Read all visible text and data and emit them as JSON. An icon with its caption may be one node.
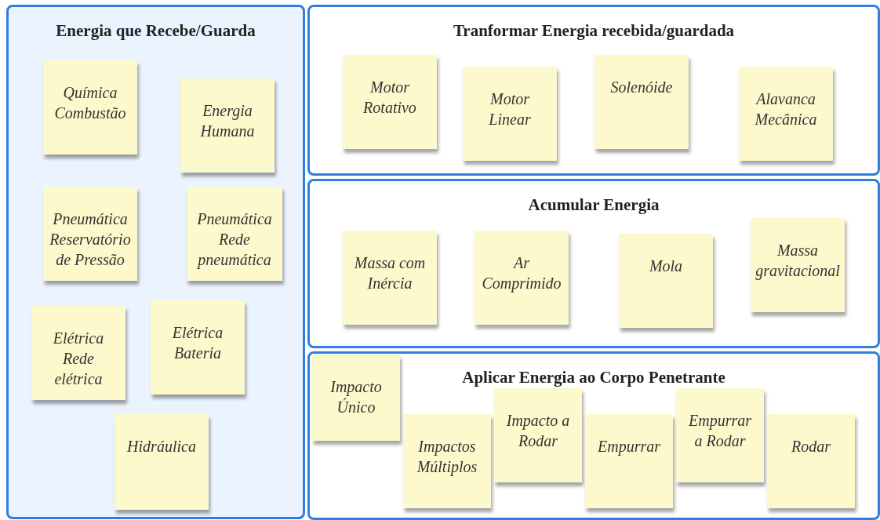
{
  "diagram": {
    "nodes": [
      {
        "text": [
          "Energia que Recebe/Guarda"
        ]
      },
      {
        "text": [
          "Química Combustão"
        ],
        "in": 0
      },
      {
        "text": [
          "Energia Humana"
        ],
        "in": 0
      },
      {
        "text": [
          "Pneumática Reservatório de Pressão"
        ],
        "in": 0
      },
      {
        "text": [
          "Pneumática Rede pneumática"
        ],
        "in": 0
      },
      {
        "text": [
          "Elétrica Rede elétrica"
        ],
        "in": 0
      },
      {
        "text": [
          "Elétrica Bateria"
        ],
        "in": 0
      },
      {
        "text": [
          "Hidráulica"
        ],
        "in": 0
      },
      {
        "text": [
          "Tranformar Energia recebida/guardada"
        ]
      },
      {
        "text": [
          "Motor Rotativo"
        ],
        "in": 8
      },
      {
        "text": [
          "Motor Linear"
        ],
        "in": 8
      },
      {
        "text": [
          "Solenóide"
        ],
        "in": 8
      },
      {
        "text": [
          "Alavanca Mecânica"
        ],
        "in": 8
      },
      {
        "text": [
          "Acumular Energia"
        ]
      },
      {
        "text": [
          "Massa com Inércia"
        ],
        "in": 13
      },
      {
        "text": [
          "Ar Comprimido"
        ],
        "in": 13
      },
      {
        "text": [
          "Mola"
        ],
        "in": 13
      },
      {
        "text": [
          "Massa gravitacional"
        ],
        "in": 13
      },
      {
        "text": [
          "Aplicar Energia ao Corpo Penetrante"
        ]
      },
      {
        "text": [
          "Impacto Único"
        ],
        "in": 18
      },
      {
        "text": [
          "Impactos Múltiplos"
        ],
        "in": 18
      },
      {
        "text": [
          "Impacto a Rodar"
        ],
        "in": 18
      },
      {
        "text": [
          "Empurrar"
        ],
        "in": 18
      },
      {
        "text": [
          "Empurrar a Rodar"
        ],
        "in": 18
      },
      {
        "text": [
          "Rodar"
        ],
        "in": 18
      }
    ]
  }
}
